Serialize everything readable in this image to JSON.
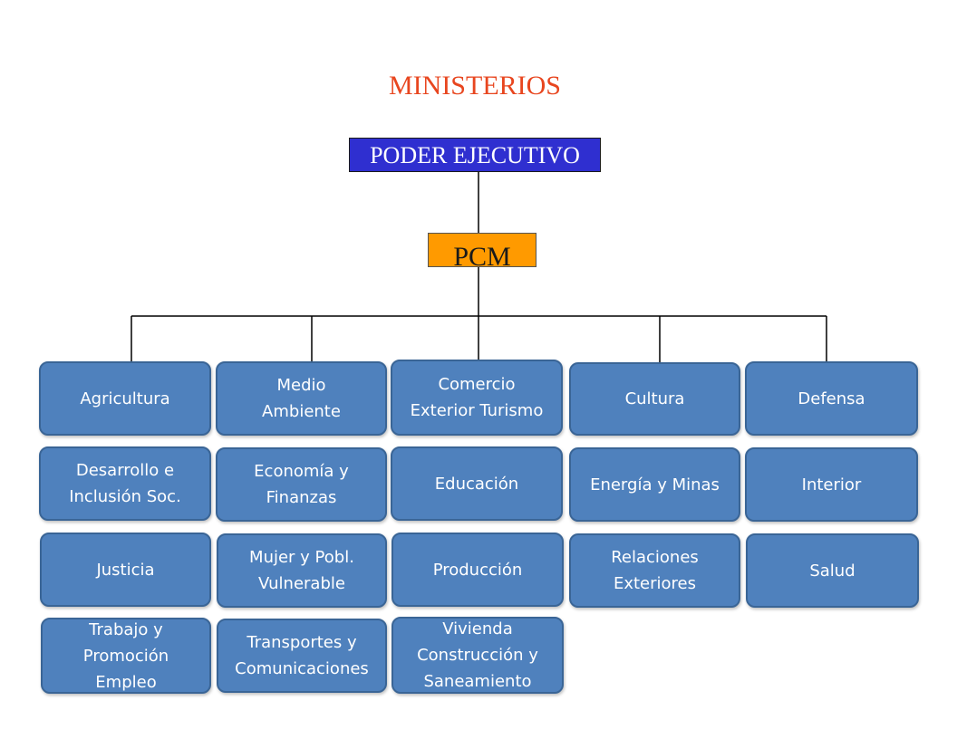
{
  "title": "MINISTERIOS",
  "executive": "PODER EJECUTIVO",
  "pcm": "PCM",
  "colors": {
    "title": "#e8461f",
    "executive": "#2f2fd0",
    "pcm": "#ff9a00",
    "ministry": "#4f81bd"
  },
  "ministries": [
    [
      "Agricultura",
      "Medio\nAmbiente",
      "Comercio\nExterior Turismo",
      "Cultura",
      "Defensa"
    ],
    [
      "Desarrollo e\nInclusión Soc.",
      "Economía y\nFinanzas",
      "Educación",
      "Energía y Minas",
      "Interior"
    ],
    [
      "Justicia",
      "Mujer y Pobl.\nVulnerable",
      "Producción",
      "Relaciones\nExteriores",
      "Salud"
    ],
    [
      "Trabajo y\nPromoción\nEmpleo",
      "Transportes y\nComunicaciones",
      "Vivienda\nConstrucción y\nSaneamiento"
    ]
  ]
}
